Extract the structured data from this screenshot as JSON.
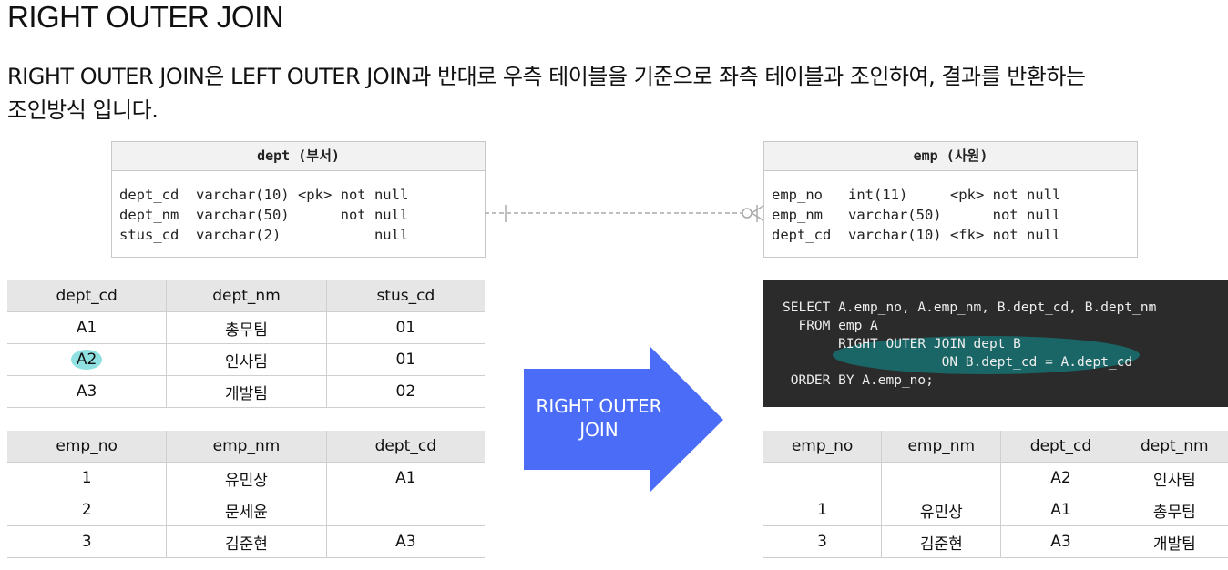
{
  "title": "RIGHT OUTER JOIN",
  "description": "RIGHT OUTER JOIN은 LEFT OUTER JOIN과 반대로 우측 테이블을 기준으로 좌측 테이블과 조인하여, 결과를 반환하는\n조인방식 입니다.",
  "erd": {
    "dept": {
      "title": "dept (부서)",
      "body": "dept_cd  varchar(10) <pk> not null\ndept_nm  varchar(50)      not null\nstus_cd  varchar(2)           null"
    },
    "emp": {
      "title": "emp (사원)",
      "body": "emp_no   int(11)     <pk> not null\nemp_nm   varchar(50)      not null\ndept_cd  varchar(10) <fk> not null"
    }
  },
  "dept_table": {
    "headers": [
      "dept_cd",
      "dept_nm",
      "stus_cd"
    ],
    "rows": [
      [
        "A1",
        "총무팀",
        "01"
      ],
      [
        "A2",
        "인사팀",
        "01"
      ],
      [
        "A3",
        "개발팀",
        "02"
      ]
    ]
  },
  "emp_table": {
    "headers": [
      "emp_no",
      "emp_nm",
      "dept_cd"
    ],
    "rows": [
      [
        "1",
        "유민상",
        "A1"
      ],
      [
        "2",
        "문세윤",
        ""
      ],
      [
        "3",
        "김준현",
        "A3"
      ]
    ]
  },
  "arrow_label": "RIGHT OUTER\nJOIN",
  "sql": "SELECT A.emp_no, A.emp_nm, B.dept_cd, B.dept_nm\n  FROM emp A\n       RIGHT OUTER JOIN dept B\n                    ON B.dept_cd = A.dept_cd\n ORDER BY A.emp_no;",
  "result_table": {
    "headers": [
      "emp_no",
      "emp_nm",
      "dept_cd",
      "dept_nm"
    ],
    "rows": [
      [
        "",
        "",
        "A2",
        "인사팀"
      ],
      [
        "1",
        "유민상",
        "A1",
        "총무팀"
      ],
      [
        "3",
        "김준현",
        "A3",
        "개발팀"
      ]
    ]
  },
  "colors": {
    "arrow": "#4a6cf7",
    "code_bg": "#2b2b2b",
    "highlight": "#1a6666",
    "mark": "#8fe0e0"
  }
}
